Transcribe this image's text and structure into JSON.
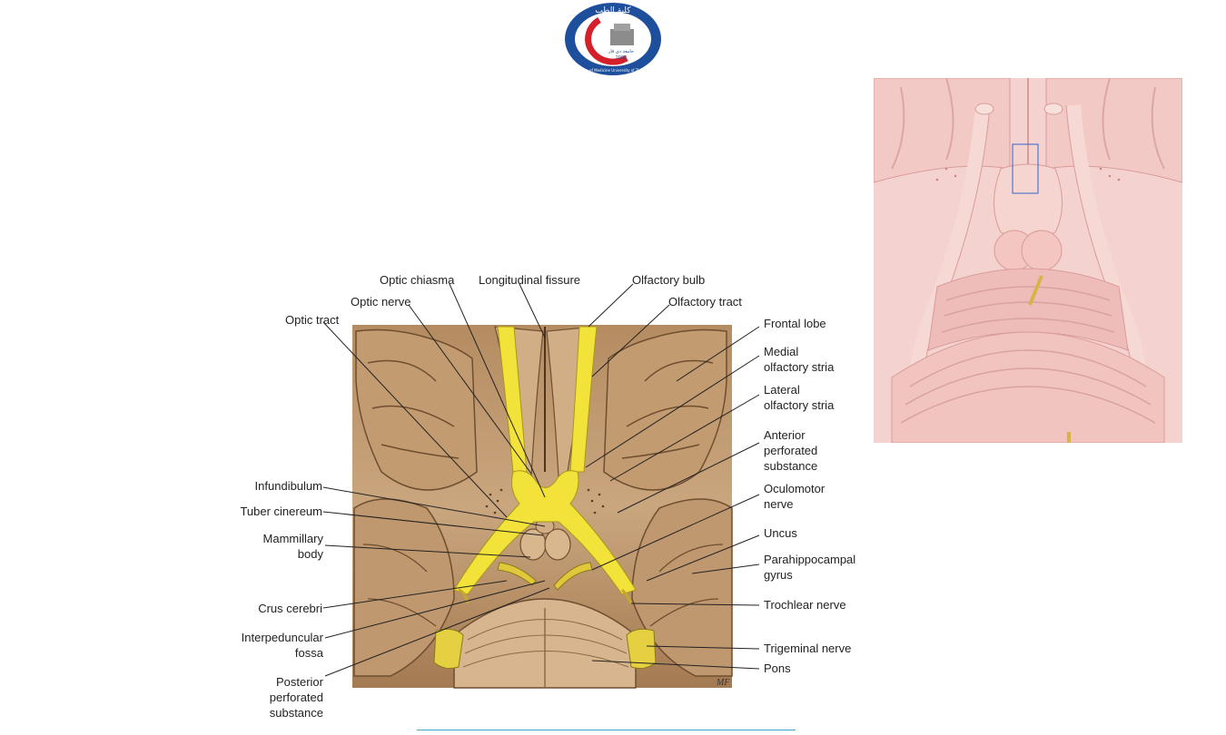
{
  "logo": {
    "arabic_top": "كلية الطب",
    "arabic_mid": "جامعة ذي قار",
    "year": "2002",
    "ring_text": "College of Medicine University of Thi - Qar"
  },
  "diagram": {
    "labels": {
      "optic_chiasma": "Optic chiasma",
      "longitudinal_fissure": "Longitudinal fissure",
      "olfactory_bulb": "Olfactory bulb",
      "optic_nerve": "Optic nerve",
      "olfactory_tract": "Olfactory tract",
      "optic_tract": "Optic tract",
      "frontal_lobe": "Frontal lobe",
      "medial_olfactory_stria_1": "Medial",
      "medial_olfactory_stria_2": "olfactory stria",
      "lateral_olfactory_stria_1": "Lateral",
      "lateral_olfactory_stria_2": "olfactory stria",
      "anterior_perforated_1": "Anterior",
      "anterior_perforated_2": "perforated",
      "anterior_perforated_3": "substance",
      "infundibulum": "Infundibulum",
      "oculomotor_1": "Oculomotor",
      "oculomotor_2": "nerve",
      "tuber_cinereum": "Tuber cinereum",
      "uncus": "Uncus",
      "mammillary_1": "Mammillary",
      "mammillary_2": "body",
      "parahippocampal_1": "Parahippocampal",
      "parahippocampal_2": "gyrus",
      "crus_cerebri": "Crus cerebri",
      "trochlear_nerve": "Trochlear nerve",
      "interpeduncular_1": "Interpeduncular",
      "interpeduncular_2": "fossa",
      "trigeminal_nerve": "Trigeminal nerve",
      "pons": "Pons",
      "posterior_perforated_1": "Posterior",
      "posterior_perforated_2": "perforated",
      "posterior_perforated_3": "substance",
      "artist_signature": "MF"
    }
  },
  "colors": {
    "brain": "#c9a57d",
    "brain_dark": "#7a5a3a",
    "nerve_yellow": "#f2e23a",
    "inset_pink": "#f2c8c4",
    "inset_dark": "#d99c98",
    "accent_rule": "#3aa7c9",
    "logo_blue": "#1d4f9c",
    "logo_red": "#d4202a"
  }
}
